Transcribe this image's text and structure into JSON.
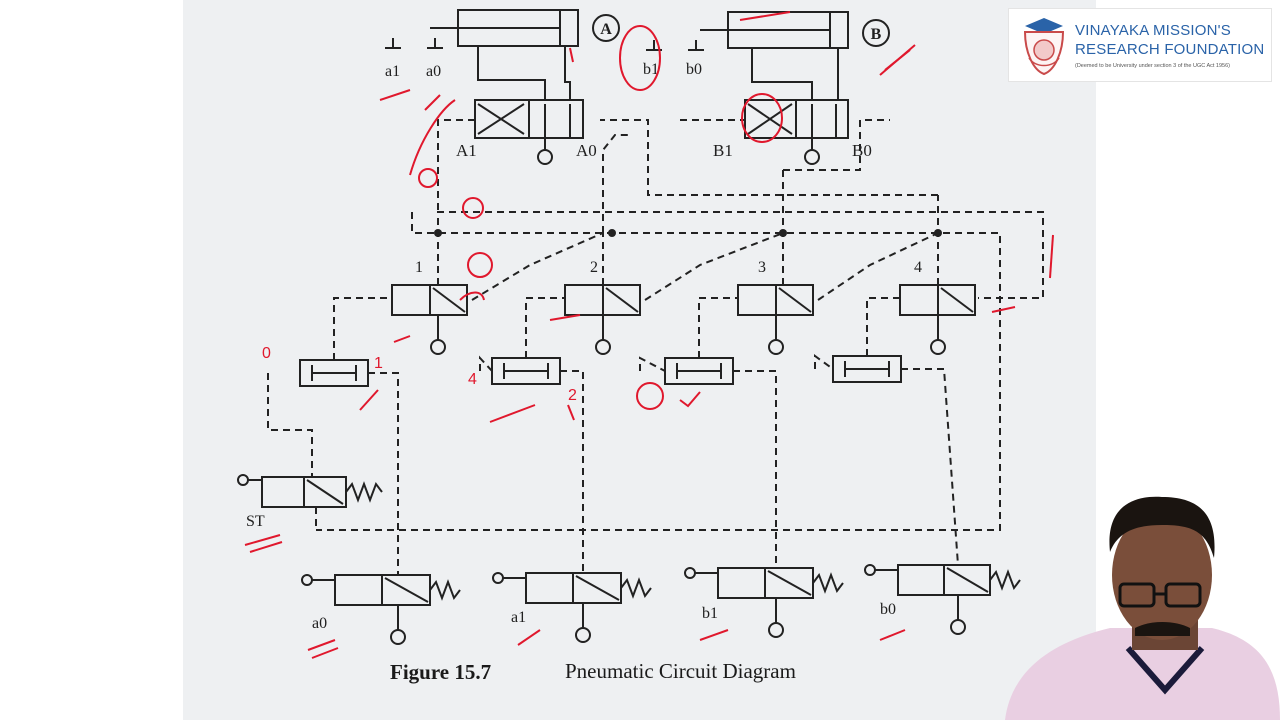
{
  "logo": {
    "line1": "VINAYAKA MISSION'S",
    "line2": "RESEARCH FOUNDATION",
    "subtitle": "(Deemed to be University under section 3 of the UGC Act 1956)",
    "color": "#2a63a8"
  },
  "figure": {
    "number": "Figure 15.7",
    "title": "Pneumatic Circuit Diagram"
  },
  "cylinders": {
    "a": "A",
    "b": "B"
  },
  "limit_labels": {
    "a1": "a1",
    "a0": "a0",
    "b1": "b1",
    "b0": "b0"
  },
  "port_labels": {
    "A1": "A1",
    "A0": "A0",
    "B1": "B1",
    "B0": "B0"
  },
  "step_labels": [
    "1",
    "2",
    "3",
    "4"
  ],
  "start_label": "ST",
  "bottom_labels": [
    "a0",
    "a1",
    "b1",
    "b0"
  ],
  "annotations": {
    "ink_color": "#e0182d",
    "marks": [
      "0",
      "1",
      "4",
      "2"
    ]
  },
  "presenter": {
    "shirt_color": "#e9cfe2"
  }
}
